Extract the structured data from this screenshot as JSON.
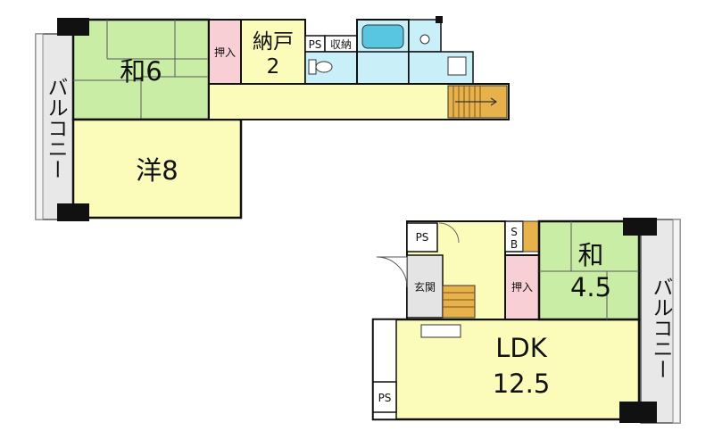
{
  "colors": {
    "washitsu": "#c9eda4",
    "yoshitsu": "#fbfbba",
    "oshiire": "#f7cfd4",
    "wet": "#c9eff8",
    "ldk": "#fbfbba",
    "balcony": "#e8e8e8",
    "pillar": "#111111",
    "stairs": "#e7b24c"
  },
  "upper_floor": {
    "washitsu6": "和6",
    "yoshitsu8": "洋8",
    "nando_line1": "納戸",
    "nando_line2": "2",
    "oshiire": "押入",
    "ps": "PS",
    "shuno": "収納",
    "balcony": "バルコニー"
  },
  "lower_floor": {
    "ps_top": "PS",
    "sb_s": "S",
    "sb_b": "B",
    "genkan": "玄関",
    "oshiire": "押入",
    "washitsu_line1": "和",
    "washitsu_line2": "4.5",
    "ldk_line1": "LDK",
    "ldk_line2": "12.5",
    "ps_bottom": "PS",
    "balcony": "バルコニー"
  }
}
